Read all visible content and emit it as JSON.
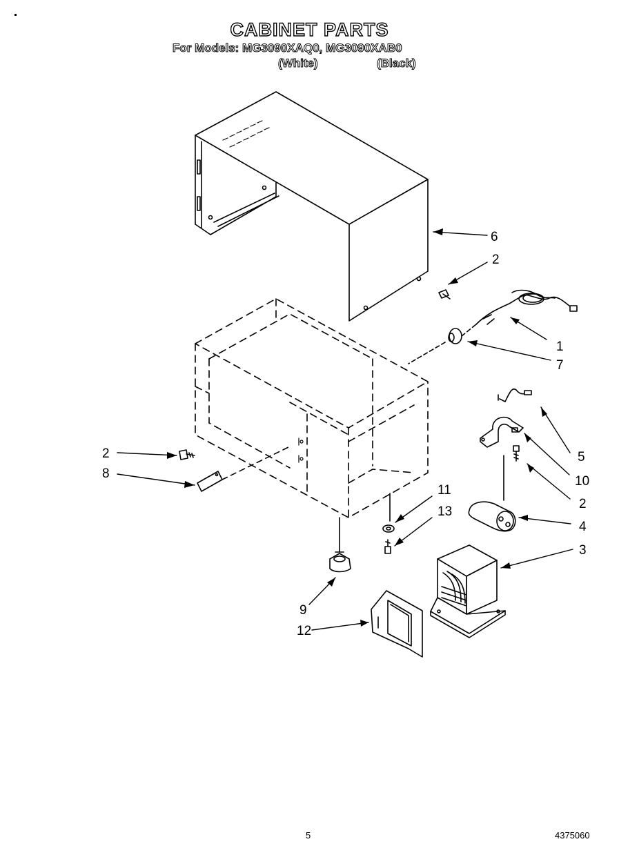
{
  "header": {
    "title": "CABINET PARTS",
    "subtitle": "For Models: MG3090XAQ0, MG3090XAB0",
    "variant_white": "(White)",
    "variant_black": "(Black)"
  },
  "callouts": {
    "c6": "6",
    "c2a": "2",
    "c1": "1",
    "c7": "7",
    "c5": "5",
    "c10": "10",
    "c2b": "2",
    "c4": "4",
    "c3": "3",
    "c2c": "2",
    "c8": "8",
    "c11": "11",
    "c13": "13",
    "c9": "9",
    "c12": "12"
  },
  "footer": {
    "page_number": "5",
    "doc_number": "4375060"
  }
}
